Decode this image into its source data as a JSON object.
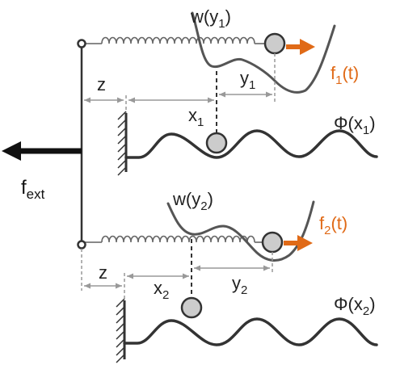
{
  "colors": {
    "stroke": "#333333",
    "black": "#111111",
    "dim": "#999999",
    "accent": "#e06a17",
    "bead_fill": "#cccccc"
  },
  "labels": {
    "f_ext_main": "f",
    "f_ext_sub": "ext",
    "top": {
      "w_main": "w(y",
      "w_sub": "1",
      "w_close": ")",
      "f_main": "f",
      "f_sub": "1",
      "f_tail": "(t)",
      "y_main": "y",
      "y_sub": "1",
      "x_main": "x",
      "x_sub": "1",
      "z": "z",
      "phi_main": "Φ(x",
      "phi_sub": "1",
      "phi_close": ")"
    },
    "bottom": {
      "w_main": "w(y",
      "w_sub": "2",
      "w_close": ")",
      "f_main": "f",
      "f_sub": "2",
      "f_tail": "(t)",
      "y_main": "y",
      "y_sub": "2",
      "x_main": "x",
      "x_sub": "2",
      "z": "z",
      "phi_main": "Φ(x",
      "phi_sub": "2",
      "phi_close": ")"
    }
  }
}
